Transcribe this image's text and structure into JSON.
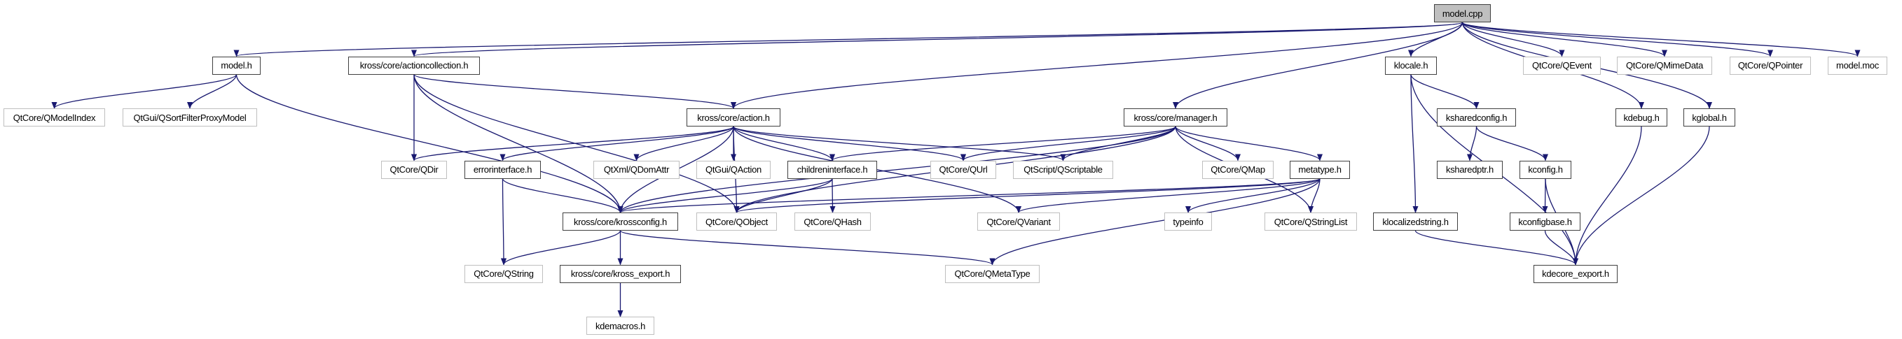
{
  "colors": {
    "edge": "#191970",
    "documented_border": "#404040",
    "external_border": "#bfbfbf",
    "root_fill": "#bfbfbf"
  },
  "nodes": [
    {
      "id": "model_cpp",
      "label": "model.cpp",
      "kind": "root"
    },
    {
      "id": "model_h",
      "label": "model.h",
      "kind": "doc"
    },
    {
      "id": "actioncollection_h",
      "label": "kross/core/actioncollection.h",
      "kind": "doc"
    },
    {
      "id": "klocale_h",
      "label": "klocale.h",
      "kind": "doc"
    },
    {
      "id": "qevent",
      "label": "QtCore/QEvent",
      "kind": "ext"
    },
    {
      "id": "qmimedata",
      "label": "QtCore/QMimeData",
      "kind": "ext"
    },
    {
      "id": "qpointer",
      "label": "QtCore/QPointer",
      "kind": "ext"
    },
    {
      "id": "model_moc",
      "label": "model.moc",
      "kind": "ext"
    },
    {
      "id": "qmodelindex",
      "label": "QtCore/QModelIndex",
      "kind": "ext"
    },
    {
      "id": "qsortfilter",
      "label": "QtGui/QSortFilterProxyModel",
      "kind": "ext"
    },
    {
      "id": "action_h",
      "label": "kross/core/action.h",
      "kind": "doc"
    },
    {
      "id": "manager_h",
      "label": "kross/core/manager.h",
      "kind": "doc"
    },
    {
      "id": "ksharedconfig_h",
      "label": "ksharedconfig.h",
      "kind": "doc"
    },
    {
      "id": "kdebug_h",
      "label": "kdebug.h",
      "kind": "doc"
    },
    {
      "id": "kglobal_h",
      "label": "kglobal.h",
      "kind": "doc"
    },
    {
      "id": "qdir",
      "label": "QtCore/QDir",
      "kind": "ext"
    },
    {
      "id": "errorinterface_h",
      "label": "errorinterface.h",
      "kind": "doc"
    },
    {
      "id": "qdomattr",
      "label": "QtXml/QDomAttr",
      "kind": "ext"
    },
    {
      "id": "qaction",
      "label": "QtGui/QAction",
      "kind": "ext"
    },
    {
      "id": "childreninterface_h",
      "label": "childreninterface.h",
      "kind": "doc"
    },
    {
      "id": "qurl",
      "label": "QtCore/QUrl",
      "kind": "ext"
    },
    {
      "id": "qscriptable",
      "label": "QtScript/QScriptable",
      "kind": "ext"
    },
    {
      "id": "qmap",
      "label": "QtCore/QMap",
      "kind": "ext"
    },
    {
      "id": "metatype_h",
      "label": "metatype.h",
      "kind": "doc"
    },
    {
      "id": "ksharedptr_h",
      "label": "ksharedptr.h",
      "kind": "doc"
    },
    {
      "id": "kconfig_h",
      "label": "kconfig.h",
      "kind": "doc"
    },
    {
      "id": "krossconfig_h",
      "label": "kross/core/krossconfig.h",
      "kind": "doc"
    },
    {
      "id": "qobject",
      "label": "QtCore/QObject",
      "kind": "ext"
    },
    {
      "id": "qhash",
      "label": "QtCore/QHash",
      "kind": "ext"
    },
    {
      "id": "qvariant",
      "label": "QtCore/QVariant",
      "kind": "ext"
    },
    {
      "id": "typeinfo",
      "label": "typeinfo",
      "kind": "ext"
    },
    {
      "id": "qstringlist",
      "label": "QtCore/QStringList",
      "kind": "ext"
    },
    {
      "id": "klocalizedstring_h",
      "label": "klocalizedstring.h",
      "kind": "doc"
    },
    {
      "id": "kconfigbase_h",
      "label": "kconfigbase.h",
      "kind": "doc"
    },
    {
      "id": "qstring",
      "label": "QtCore/QString",
      "kind": "ext"
    },
    {
      "id": "kross_export_h",
      "label": "kross/core/kross_export.h",
      "kind": "doc"
    },
    {
      "id": "qmetatype",
      "label": "QtCore/QMetaType",
      "kind": "ext"
    },
    {
      "id": "kdecore_export_h",
      "label": "kdecore_export.h",
      "kind": "doc"
    },
    {
      "id": "kdemacros_h",
      "label": "kdemacros.h",
      "kind": "ext"
    }
  ],
  "edges": [
    [
      "model_cpp",
      "model_h"
    ],
    [
      "model_cpp",
      "actioncollection_h"
    ],
    [
      "model_cpp",
      "action_h"
    ],
    [
      "model_cpp",
      "manager_h"
    ],
    [
      "model_cpp",
      "klocale_h"
    ],
    [
      "model_cpp",
      "kdebug_h"
    ],
    [
      "model_cpp",
      "kglobal_h"
    ],
    [
      "model_cpp",
      "qevent"
    ],
    [
      "model_cpp",
      "qmimedata"
    ],
    [
      "model_cpp",
      "qpointer"
    ],
    [
      "model_cpp",
      "model_moc"
    ],
    [
      "model_h",
      "qmodelindex"
    ],
    [
      "model_h",
      "qsortfilter"
    ],
    [
      "model_h",
      "krossconfig_h"
    ],
    [
      "actioncollection_h",
      "action_h"
    ],
    [
      "actioncollection_h",
      "qdir"
    ],
    [
      "actioncollection_h",
      "krossconfig_h"
    ],
    [
      "actioncollection_h",
      "qobject"
    ],
    [
      "action_h",
      "qdir"
    ],
    [
      "action_h",
      "errorinterface_h"
    ],
    [
      "action_h",
      "qdomattr"
    ],
    [
      "action_h",
      "qaction"
    ],
    [
      "action_h",
      "childreninterface_h"
    ],
    [
      "action_h",
      "qurl"
    ],
    [
      "action_h",
      "qscriptable"
    ],
    [
      "action_h",
      "qvariant"
    ],
    [
      "action_h",
      "qobject"
    ],
    [
      "action_h",
      "krossconfig_h"
    ],
    [
      "manager_h",
      "childreninterface_h"
    ],
    [
      "manager_h",
      "qurl"
    ],
    [
      "manager_h",
      "qscriptable"
    ],
    [
      "manager_h",
      "qmap"
    ],
    [
      "manager_h",
      "metatype_h"
    ],
    [
      "manager_h",
      "qstringlist"
    ],
    [
      "manager_h",
      "qobject"
    ],
    [
      "manager_h",
      "krossconfig_h"
    ],
    [
      "errorinterface_h",
      "qstring"
    ],
    [
      "errorinterface_h",
      "krossconfig_h"
    ],
    [
      "childreninterface_h",
      "krossconfig_h"
    ],
    [
      "childreninterface_h",
      "qobject"
    ],
    [
      "childreninterface_h",
      "qhash"
    ],
    [
      "metatype_h",
      "krossconfig_h"
    ],
    [
      "metatype_h",
      "qobject"
    ],
    [
      "metatype_h",
      "qvariant"
    ],
    [
      "metatype_h",
      "typeinfo"
    ],
    [
      "metatype_h",
      "qstringlist"
    ],
    [
      "metatype_h",
      "qmetatype"
    ],
    [
      "krossconfig_h",
      "qstring"
    ],
    [
      "krossconfig_h",
      "kross_export_h"
    ],
    [
      "krossconfig_h",
      "qmetatype"
    ],
    [
      "kross_export_h",
      "kdemacros_h"
    ],
    [
      "klocale_h",
      "ksharedconfig_h"
    ],
    [
      "klocale_h",
      "klocalizedstring_h"
    ],
    [
      "klocale_h",
      "kdecore_export_h"
    ],
    [
      "ksharedconfig_h",
      "ksharedptr_h"
    ],
    [
      "ksharedconfig_h",
      "kconfig_h"
    ],
    [
      "kconfig_h",
      "kconfigbase_h"
    ],
    [
      "kconfig_h",
      "kdecore_export_h"
    ],
    [
      "kconfigbase_h",
      "kdecore_export_h"
    ],
    [
      "klocalizedstring_h",
      "kdecore_export_h"
    ],
    [
      "kdebug_h",
      "kdecore_export_h"
    ],
    [
      "kglobal_h",
      "kdecore_export_h"
    ]
  ]
}
